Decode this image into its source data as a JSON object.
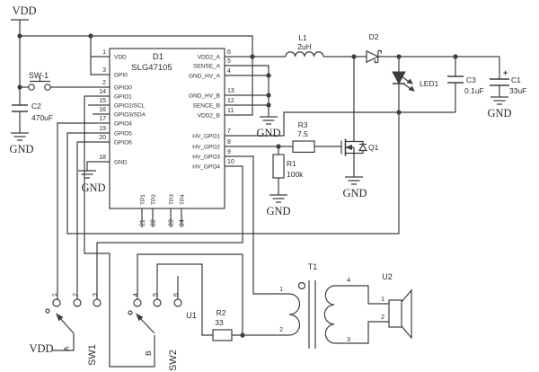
{
  "power": {
    "vdd_top": "VDD",
    "vdd_sw1": "VDD",
    "gnd_c2": "GND",
    "gnd_ic": "GND",
    "gnd_sense": "GND",
    "gnd_q1": "GND",
    "gnd_r1": "GND",
    "gnd_c1": "GND"
  },
  "ic": {
    "ref": "D1",
    "part": "SLG47105",
    "left_pins": [
      {
        "num": "1",
        "name": "VDD"
      },
      {
        "num": "3",
        "name": "GPI0"
      },
      {
        "num": "2",
        "name": "GPIO0"
      },
      {
        "num": "14",
        "name": "GPIO1"
      },
      {
        "num": "15",
        "name": "GPIO2/SCL"
      },
      {
        "num": "16",
        "name": "GPIO3/SDA"
      },
      {
        "num": "17",
        "name": "GPIO4"
      },
      {
        "num": "19",
        "name": "GPIO5"
      },
      {
        "num": "20",
        "name": "GPIO6"
      },
      {
        "num": "18",
        "name": "GND"
      }
    ],
    "right_pins": [
      {
        "num": "6",
        "name": "VDD2_A"
      },
      {
        "num": "5",
        "name": "SENSE_A"
      },
      {
        "num": "4",
        "name": "GND_HV_A"
      },
      {
        "num": "13",
        "name": "GND_HV_B"
      },
      {
        "num": "12",
        "name": "SENCE_B"
      },
      {
        "num": "11",
        "name": "VDD2_B"
      },
      {
        "num": "7",
        "name": "HV_GPO1"
      },
      {
        "num": "8",
        "name": "HV_GPO2"
      },
      {
        "num": "9",
        "name": "HV_GPO3"
      },
      {
        "num": "10",
        "name": "HV_GPO4"
      }
    ],
    "test_points": [
      "TP1",
      "TP2",
      "TP3",
      "TP4"
    ],
    "bottom_pin_numbers": [
      "21",
      "22",
      "23",
      "24"
    ]
  },
  "components": {
    "sw_1": {
      "ref": "SW-1"
    },
    "c2": {
      "ref": "C2",
      "value": "470uF"
    },
    "l1": {
      "ref": "L1",
      "value": "2uH"
    },
    "d2": {
      "ref": "D2"
    },
    "led1": {
      "ref": "LED1"
    },
    "c3": {
      "ref": "C3",
      "value": "0.1uF"
    },
    "c1": {
      "ref": "C1",
      "value": "33uF",
      "plus": "+"
    },
    "r3": {
      "ref": "R3",
      "value": "7.5"
    },
    "r1": {
      "ref": "R1",
      "value": "100k"
    },
    "q1": {
      "ref": "Q1"
    },
    "r2": {
      "ref": "R2",
      "value": "33"
    },
    "t1": {
      "ref": "T1",
      "pin1": "1",
      "pin2": "2",
      "pin3": "3",
      "pin4": "4"
    },
    "u1": {
      "ref": "U1"
    },
    "u2": {
      "ref": "U2",
      "pin1": "1",
      "pin2": "2"
    },
    "sw1": {
      "ref": "SW1",
      "contacts": [
        "1",
        "2",
        "3"
      ],
      "common": "A"
    },
    "sw2": {
      "ref": "SW2",
      "contacts": [
        "4",
        "5",
        "6"
      ],
      "common": "B"
    }
  }
}
